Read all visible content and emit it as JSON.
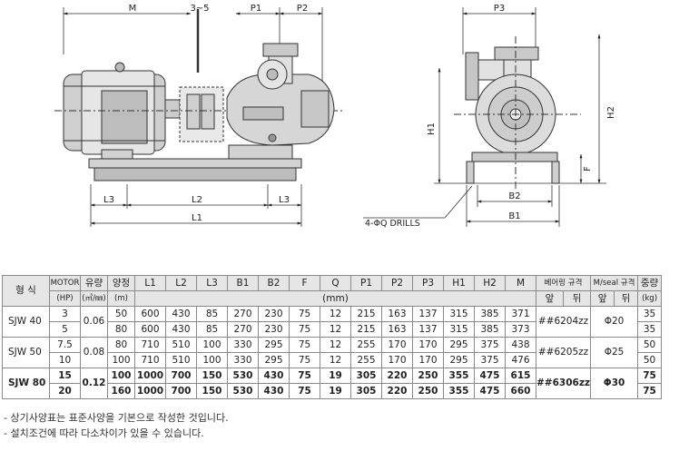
{
  "drawing": {
    "top_dims": [
      "M",
      "3~5",
      "P1",
      "P2",
      "P3"
    ],
    "bottom_dims": [
      "L3",
      "L2",
      "L3",
      "L1"
    ],
    "side_dims": [
      "H1",
      "H2",
      "F",
      "B2",
      "B1"
    ],
    "drills_label": "4-ΦQ DRILLS"
  },
  "table": {
    "headers": {
      "model": "형 식",
      "motor": "MOTOR",
      "motor_unit": "(HP)",
      "flow": "유량",
      "flow_unit": "(㎥/㎜)",
      "head": "양정",
      "head_unit": "(m)",
      "dims": [
        "L1",
        "L2",
        "L3",
        "B1",
        "B2",
        "F",
        "Q",
        "P1",
        "P2",
        "P3",
        "H1",
        "H2",
        "M"
      ],
      "dims_unit": "(mm)",
      "bearing": "베어링 규격",
      "bearing_front": "앞",
      "bearing_rear": "뒤",
      "seal": "M/seal 규격",
      "seal_front": "앞",
      "seal_rear": "뒤",
      "weight": "중량",
      "weight_unit": "(kg)"
    },
    "groups": [
      {
        "model": "SJW 40",
        "flow": "0.06",
        "bearing": "##6204zz",
        "seal": "Φ20",
        "bold": false,
        "rows": [
          {
            "motor": "3",
            "head": "50",
            "dims": [
              "600",
              "430",
              "85",
              "270",
              "230",
              "75",
              "12",
              "215",
              "163",
              "137",
              "315",
              "385",
              "371"
            ],
            "weight": "35"
          },
          {
            "motor": "5",
            "head": "80",
            "dims": [
              "600",
              "430",
              "85",
              "270",
              "230",
              "75",
              "12",
              "215",
              "163",
              "137",
              "315",
              "385",
              "373"
            ],
            "weight": "35"
          }
        ]
      },
      {
        "model": "SJW 50",
        "flow": "0.08",
        "bearing": "##6205zz",
        "seal": "Φ25",
        "bold": false,
        "rows": [
          {
            "motor": "7.5",
            "head": "80",
            "dims": [
              "710",
              "510",
              "100",
              "330",
              "295",
              "75",
              "12",
              "255",
              "170",
              "170",
              "295",
              "375",
              "438"
            ],
            "weight": "50"
          },
          {
            "motor": "10",
            "head": "100",
            "dims": [
              "710",
              "510",
              "100",
              "330",
              "295",
              "75",
              "12",
              "255",
              "170",
              "170",
              "295",
              "375",
              "476"
            ],
            "weight": "50"
          }
        ]
      },
      {
        "model": "SJW 80",
        "flow": "0.12",
        "bearing": "##6306zz",
        "seal": "Φ30",
        "bold": true,
        "rows": [
          {
            "motor": "15",
            "head": "100",
            "dims": [
              "1000",
              "700",
              "150",
              "530",
              "430",
              "75",
              "19",
              "305",
              "220",
              "250",
              "355",
              "475",
              "615"
            ],
            "weight": "75"
          },
          {
            "motor": "20",
            "head": "160",
            "dims": [
              "1000",
              "700",
              "150",
              "530",
              "430",
              "75",
              "19",
              "305",
              "220",
              "250",
              "355",
              "475",
              "660"
            ],
            "weight": "75"
          }
        ]
      }
    ]
  },
  "notes": [
    "- 상기사양표는 표준사양을 기본으로 작성한 것입니다.",
    "- 설치조건에 따라 다소차이가 있을 수 있습니다."
  ]
}
